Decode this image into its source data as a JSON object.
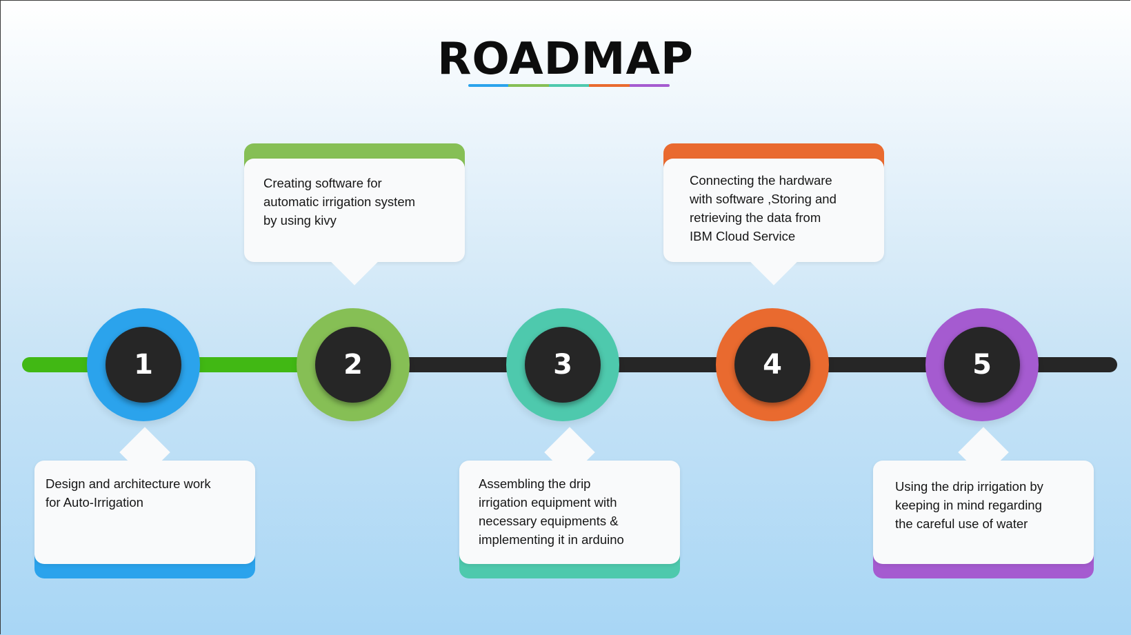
{
  "title": "ROADMAP",
  "colors": {
    "blue": "#2ba3ec",
    "green": "#86bf55",
    "teal": "#4ec9ad",
    "orange": "#e96a2f",
    "purple": "#a55bd0",
    "track_done": "#41b814",
    "track_pending": "#262626",
    "node_core": "#262626"
  },
  "steps": [
    {
      "number": "1",
      "text": " Design and architecture work\nfor Auto-Irrigation"
    },
    {
      "number": "2",
      "text": "Creating software for\nautomatic irrigation system\nby using kivy"
    },
    {
      "number": "3",
      "text": "Assembling the drip\nirrigation equipment with\nnecessary equipments &\nimplementing it in arduino"
    },
    {
      "number": "4",
      "text": "Connecting the hardware\nwith software ,Storing and\nretrieving the data from\nIBM Cloud Service"
    },
    {
      "number": "5",
      "text": "Using the drip irrigation by\nkeeping in mind regarding\nthe careful use of water"
    }
  ]
}
